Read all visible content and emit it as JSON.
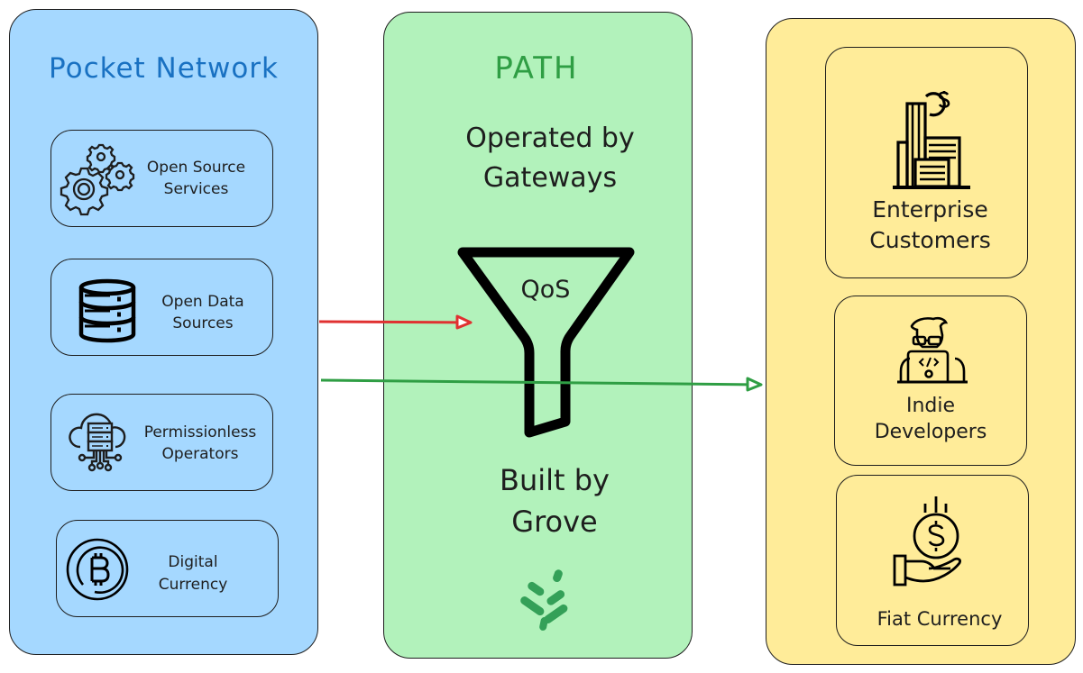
{
  "colors": {
    "pocket_panel": "#a5d8ff",
    "path_panel": "#b2f2bb",
    "customer_panel": "#ffec99",
    "pocket_title": "#1971c2",
    "path_title": "#2f9e44",
    "red_arrow": "#e03131",
    "green_arrow": "#2f9e44",
    "grove_logo": "#34a058",
    "stroke": "#1e1e1e"
  },
  "pocket_network": {
    "title": "Pocket Network",
    "items": [
      {
        "icon": "gears-icon",
        "line1": "Open Source",
        "line2": "Services"
      },
      {
        "icon": "database-icon",
        "line1": "Open Data",
        "line2": "Sources"
      },
      {
        "icon": "cloud-server-icon",
        "line1": "Permissionless",
        "line2": "Operators"
      },
      {
        "icon": "bitcoin-icon",
        "line1": "Digital",
        "line2": "Currency"
      }
    ]
  },
  "path": {
    "title": "PATH",
    "operated_line1": "Operated by",
    "operated_line2": "Gateways",
    "funnel_label": "QoS",
    "built_line1": "Built by",
    "built_line2": "Grove",
    "logo": "grove-leaf-icon"
  },
  "customers": {
    "items": [
      {
        "icon": "enterprise-building-icon",
        "line1": "Enterprise",
        "line2": "Customers"
      },
      {
        "icon": "developer-laptop-icon",
        "line1": "Indie",
        "line2": "Developers"
      },
      {
        "icon": "hand-coin-icon",
        "line1": "Fiat Currency",
        "line2": ""
      }
    ]
  },
  "arrows": [
    {
      "from": "pocket-network",
      "to": "qos-funnel",
      "color": "red"
    },
    {
      "from": "pocket-network",
      "to": "customers",
      "color": "green"
    }
  ]
}
